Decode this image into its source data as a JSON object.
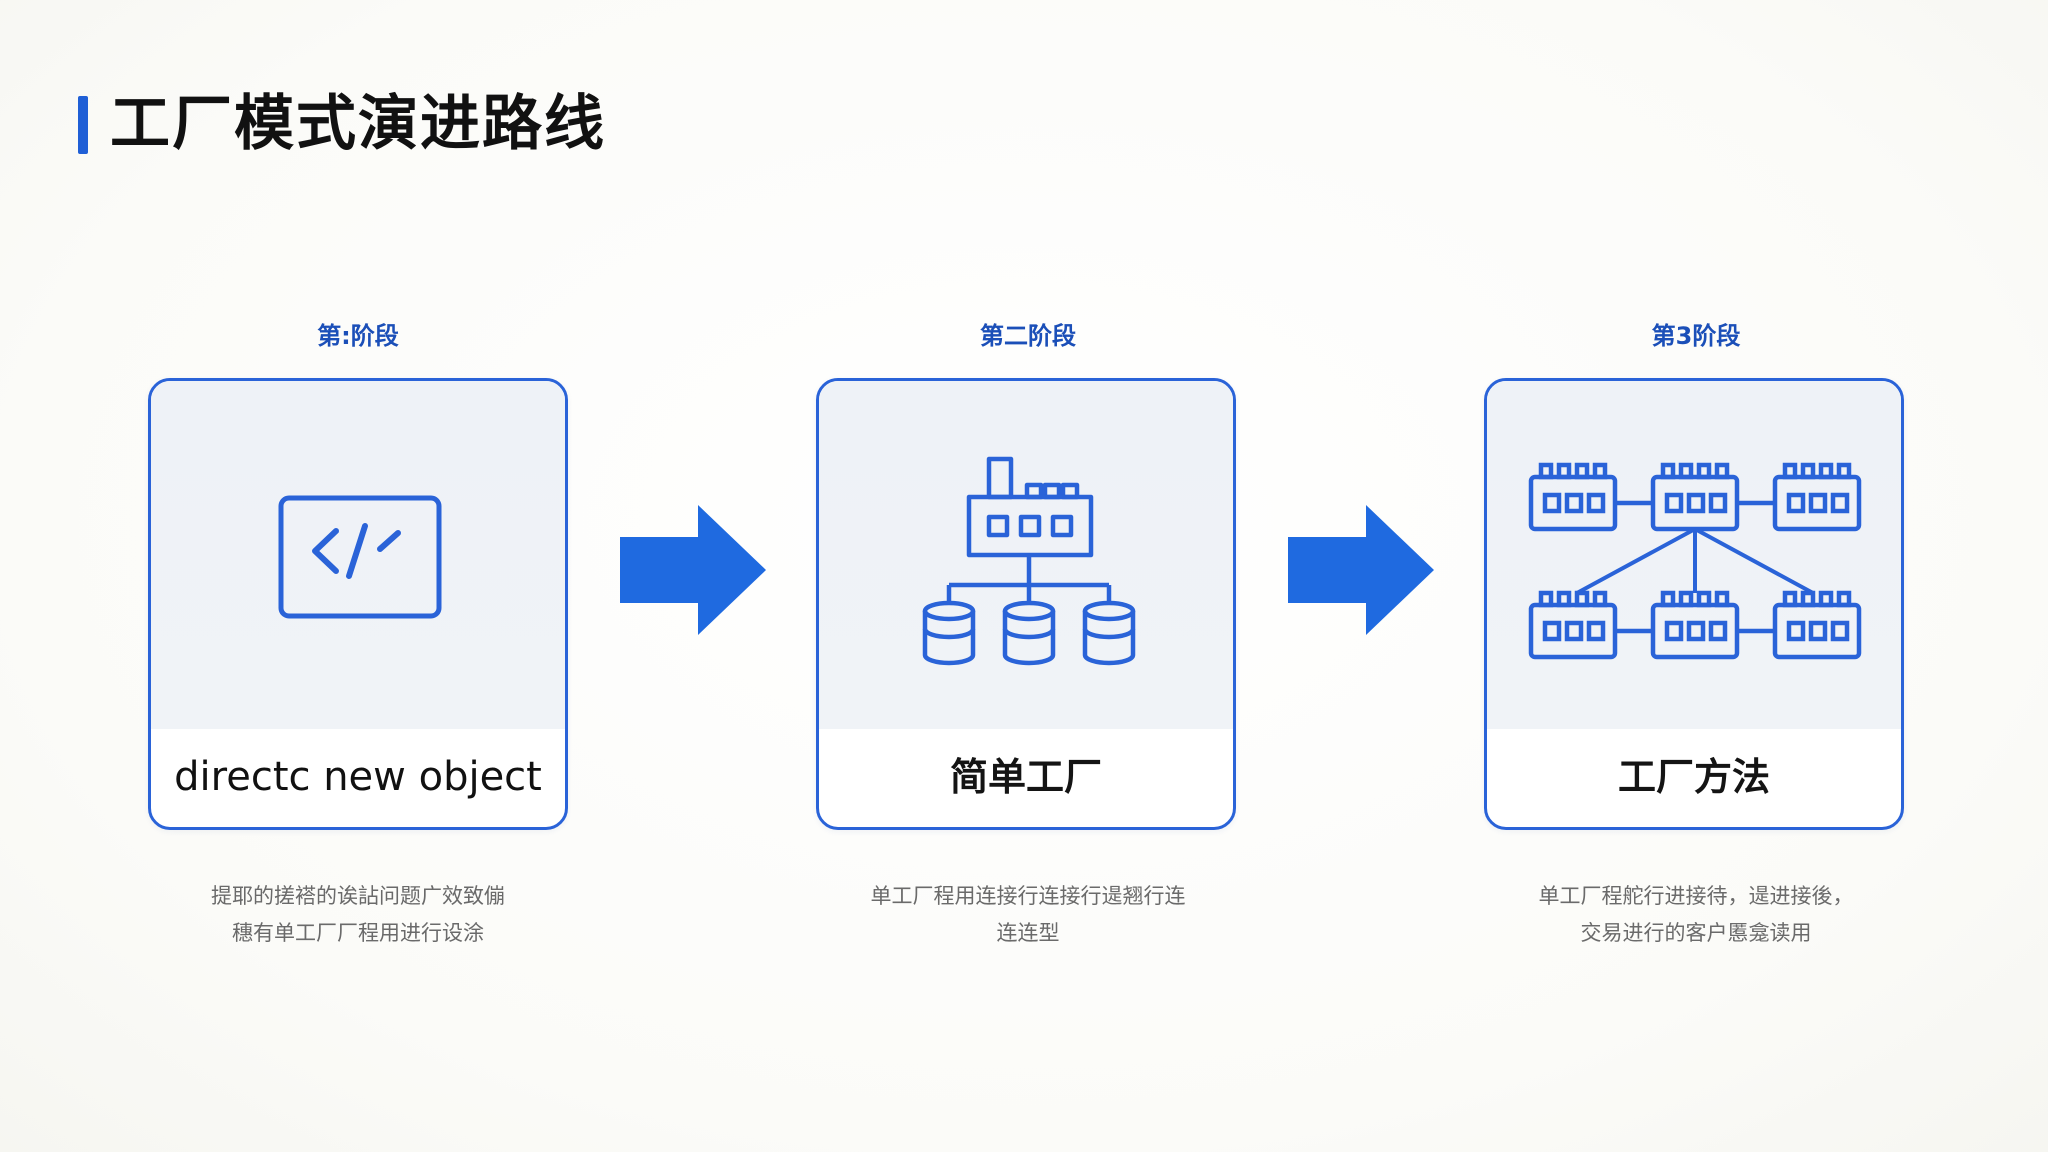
{
  "title": "工厂模式演进路线",
  "colors": {
    "accent": "#2a63d8",
    "arrow": "#1f6ae0",
    "title_bar": "#1f5fd6"
  },
  "stages": [
    {
      "label": "第:阶段",
      "name": "directc new object",
      "icon": "code-icon",
      "desc_line1": "提耶的搓褡的诶詀问题广效致傰",
      "desc_line2": "穗有单工厂厂程用进行设涂"
    },
    {
      "label": "第二阶段",
      "name": "简单工厂",
      "icon": "factory-icon",
      "desc_line1": "单工厂程用连接行连接行遈翘行连",
      "desc_line2": "连连型"
    },
    {
      "label": "第3阶段",
      "name": "工厂方法",
      "icon": "factory-network-icon",
      "desc_line1": "单工厂程舵行进接待，遈进接後，",
      "desc_line2": "交易进行的客户慝龛读用"
    }
  ],
  "arrows": [
    "arrow-right-icon",
    "arrow-right-icon"
  ]
}
